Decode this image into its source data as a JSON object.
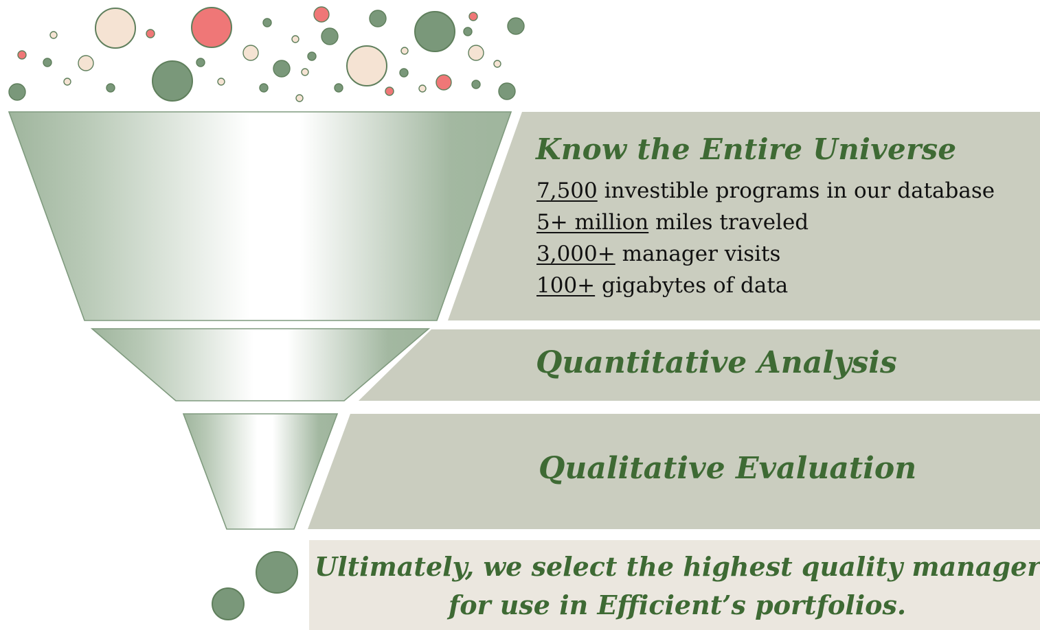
{
  "stages": [
    {
      "title": "Know the Entire Universe",
      "stats": [
        {
          "number": "7,500",
          "text": " investible programs in our database"
        },
        {
          "number": "5+ million",
          "text": " miles traveled"
        },
        {
          "number": "3,000+",
          "text": " manager visits"
        },
        {
          "number": "100+",
          "text": " gigabytes of data"
        }
      ]
    },
    {
      "title": "Quantitative Analysis"
    },
    {
      "title": "Qualitative Evaluation"
    }
  ],
  "conclusion": {
    "line1": "Ultimately, we select the highest quality managers",
    "line2": "for use in Efficient’s portfolios."
  },
  "colors": {
    "panel": "#cacdbf",
    "conclusion_panel": "#ebe7df",
    "title_green": "#3e6a34",
    "funnel_green": "#9fb59d",
    "dot_green": "#7a987a",
    "dot_cream": "#f5e3d3",
    "dot_red": "#ef7777"
  }
}
